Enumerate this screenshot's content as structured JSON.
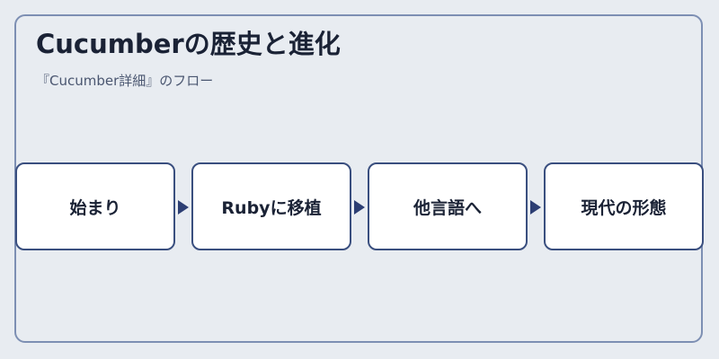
{
  "title": "Cucumberの歴史と進化",
  "subtitle": "『Cucumber詳細』のフロー",
  "steps": [
    {
      "label": "始まり"
    },
    {
      "label": "Rubyに移植"
    },
    {
      "label": "他言語へ"
    },
    {
      "label": "現代の形態"
    }
  ],
  "colors": {
    "background": "#e8ecf1",
    "frame_border": "#7d8fb3",
    "box_border": "#3a4f7f",
    "arrow": "#2c3e73",
    "text": "#1a2235"
  }
}
